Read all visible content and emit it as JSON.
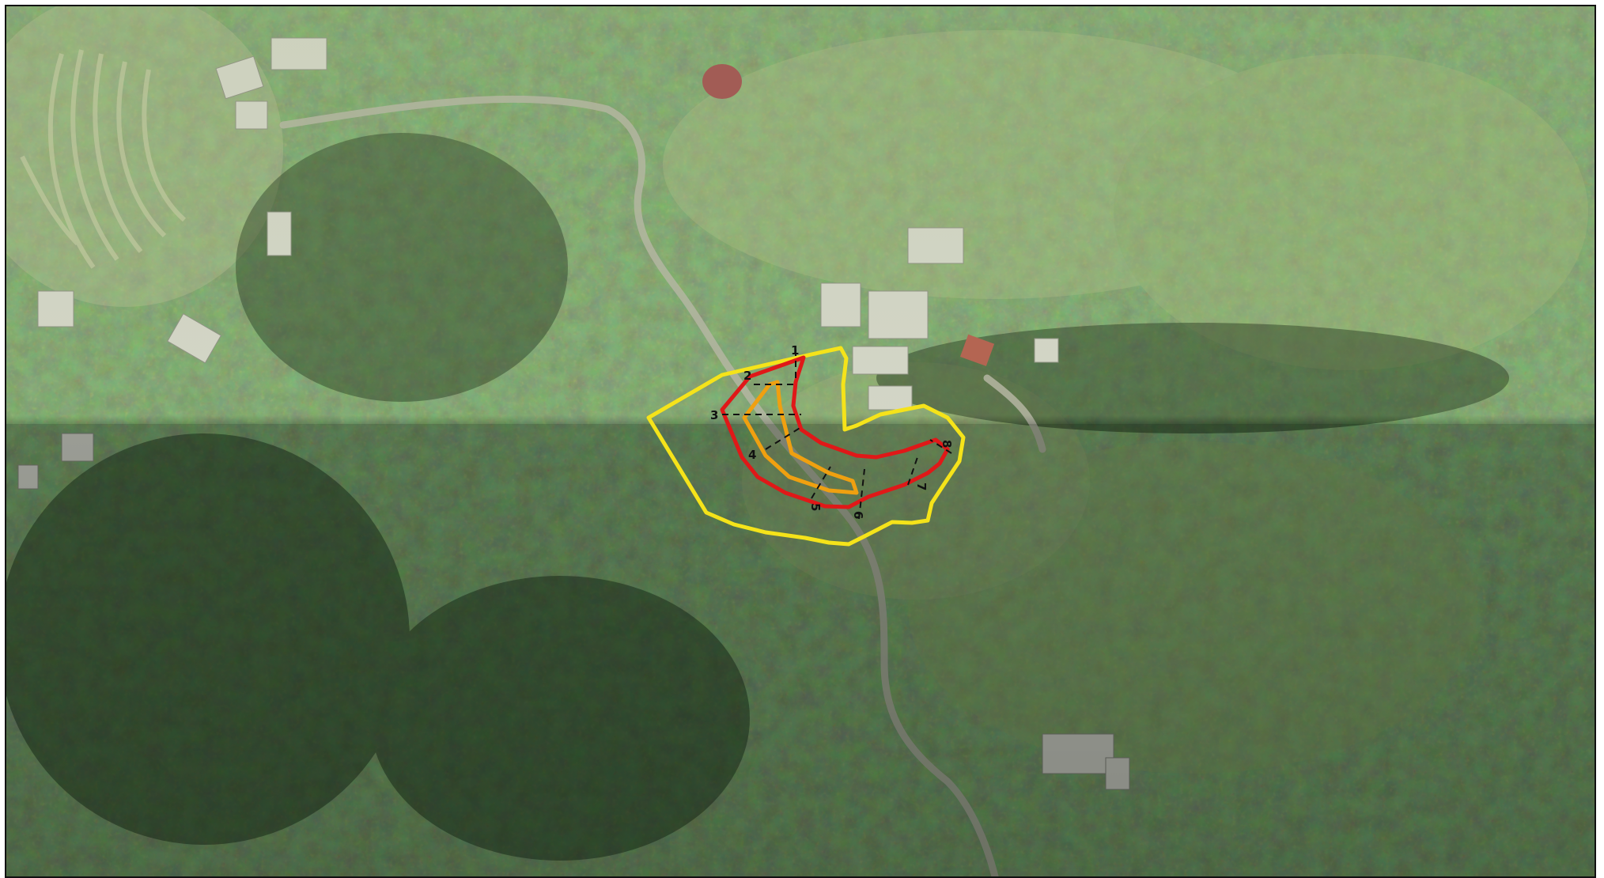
{
  "map": {
    "imagery": "aerial-photo",
    "terrain": "forested-mountain-valley",
    "zones": [
      {
        "name": "outer-zone",
        "color": "#f5e31a"
      },
      {
        "name": "middle-zone",
        "color": "#e01818"
      },
      {
        "name": "inner-zone",
        "color": "#f0a010"
      }
    ],
    "section_lines": {
      "color": "#111111",
      "style": "dashed"
    },
    "point_labels": [
      "1",
      "2",
      "3",
      "4",
      "5",
      "6",
      "7",
      "8"
    ]
  }
}
